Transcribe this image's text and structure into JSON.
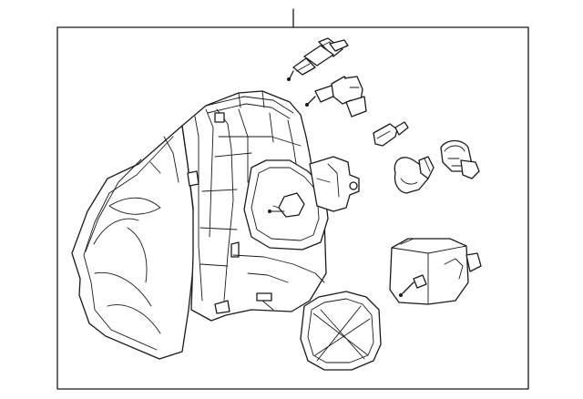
{
  "diagram": {
    "background": "#ffffff",
    "line_color": "#1a1a1a",
    "parts": [
      {
        "name": "headlamp-housing"
      },
      {
        "name": "h7-bulb"
      },
      {
        "name": "h11-bulb-with-socket"
      },
      {
        "name": "wedge-bulb"
      },
      {
        "name": "bulb-socket"
      },
      {
        "name": "turn-signal-bulb"
      },
      {
        "name": "leveling-motor"
      },
      {
        "name": "access-cover-gasket"
      }
    ]
  }
}
